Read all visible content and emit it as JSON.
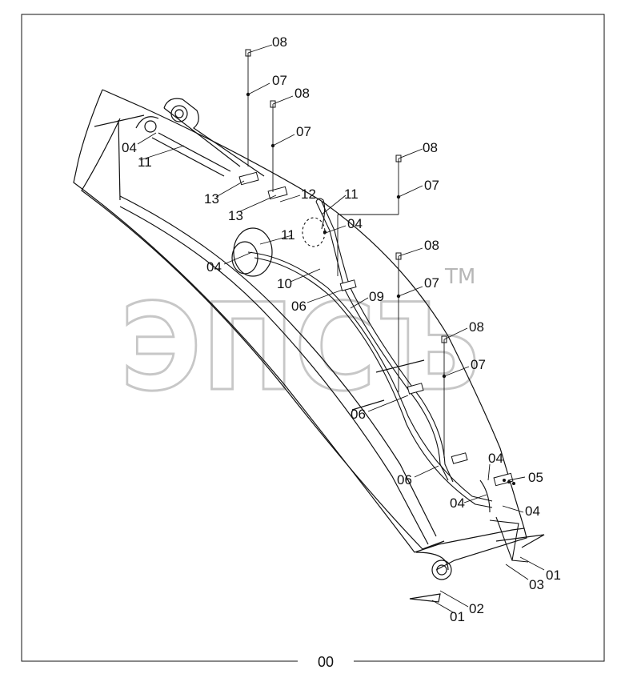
{
  "diagram": {
    "footer_label": "00",
    "watermark": {
      "text": "ЭПСЪ",
      "trademark": "TM",
      "color": "#9a9a9a"
    },
    "line_color": "#111111",
    "callouts": [
      {
        "id": "c-08-a",
        "text": "08"
      },
      {
        "id": "c-07-a",
        "text": "07"
      },
      {
        "id": "c-08-b",
        "text": "08"
      },
      {
        "id": "c-07-b",
        "text": "07"
      },
      {
        "id": "c-04-a",
        "text": "04"
      },
      {
        "id": "c-11-a",
        "text": "11"
      },
      {
        "id": "c-08-c",
        "text": "08"
      },
      {
        "id": "c-07-c",
        "text": "07"
      },
      {
        "id": "c-13-a",
        "text": "13"
      },
      {
        "id": "c-12-a",
        "text": "12"
      },
      {
        "id": "c-11-b",
        "text": "11"
      },
      {
        "id": "c-13-b",
        "text": "13"
      },
      {
        "id": "c-04-b",
        "text": "04"
      },
      {
        "id": "c-11-c",
        "text": "11"
      },
      {
        "id": "c-04-c",
        "text": "04"
      },
      {
        "id": "c-08-d",
        "text": "08"
      },
      {
        "id": "c-10-a",
        "text": "10"
      },
      {
        "id": "c-07-d",
        "text": "07"
      },
      {
        "id": "c-09-a",
        "text": "09"
      },
      {
        "id": "c-06-a",
        "text": "06"
      },
      {
        "id": "c-08-e",
        "text": "08"
      },
      {
        "id": "c-07-e",
        "text": "07"
      },
      {
        "id": "c-06-b",
        "text": "06"
      },
      {
        "id": "c-04-d",
        "text": "04"
      },
      {
        "id": "c-05-a",
        "text": "05"
      },
      {
        "id": "c-06-c",
        "text": "06"
      },
      {
        "id": "c-04-e",
        "text": "04"
      },
      {
        "id": "c-04-f",
        "text": "04"
      },
      {
        "id": "c-01-a",
        "text": "01"
      },
      {
        "id": "c-03-a",
        "text": "03"
      },
      {
        "id": "c-02-a",
        "text": "02"
      },
      {
        "id": "c-01-b",
        "text": "01"
      }
    ]
  }
}
